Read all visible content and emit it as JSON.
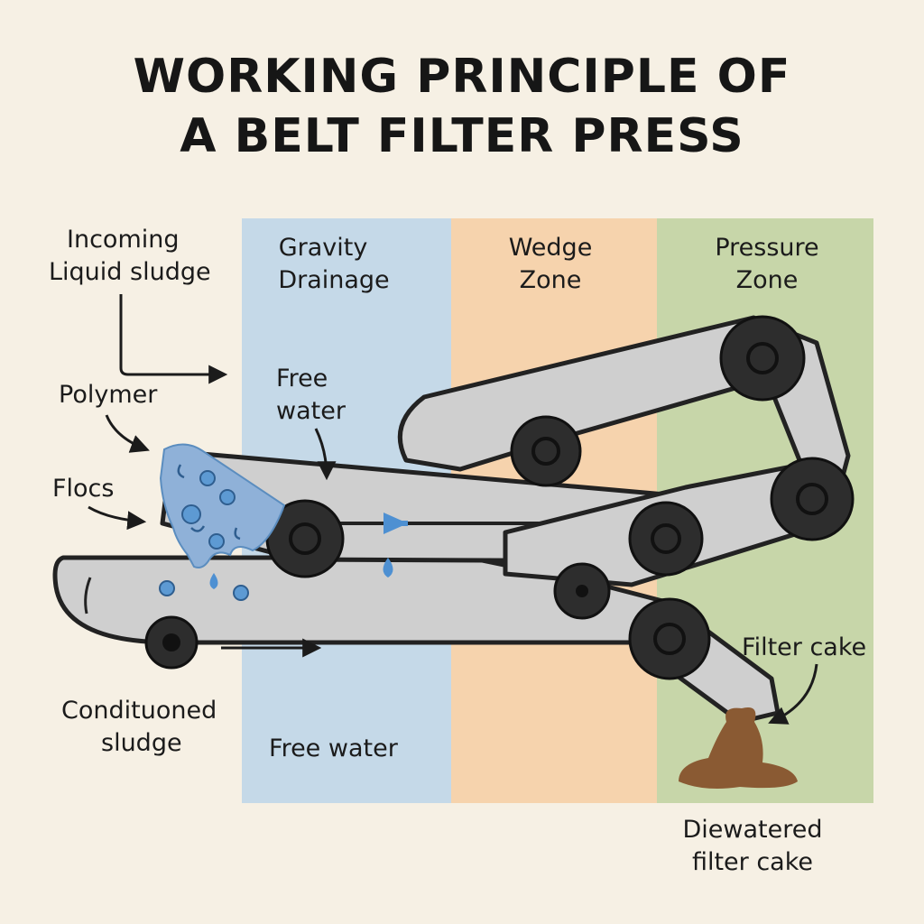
{
  "title": {
    "line1": "WORKING PRINCIPLE OF",
    "line2": "A BELT FILTER PRESS"
  },
  "zones": [
    {
      "line1": "Gravity",
      "line2": "Drainage",
      "color": "#c5d9e8"
    },
    {
      "line1": "Wedge",
      "line2": "Zone",
      "color": "#f6d3ad"
    },
    {
      "line1": "Pressure",
      "line2": "Zone",
      "color": "#c7d6a9"
    }
  ],
  "labels": {
    "incoming": {
      "line1": "Incoming",
      "line2": "Liquid sludge"
    },
    "polymer": "Polymer",
    "flocs": "Flocs",
    "free_water_top": {
      "line1": "Free",
      "line2": "water"
    },
    "conditioned": {
      "line1": "Condituoned",
      "line2": "sludge"
    },
    "free_water_bottom": "Free water",
    "filter_cake": "Filter cake",
    "dewatered": {
      "line1": "Diewatered",
      "line2": "filter cake"
    }
  },
  "colors": {
    "belt": "#cfcfcf",
    "roller": "#2d2d2d",
    "sludge": "#8fb1d8",
    "water_drop": "#4e90d2",
    "cake": "#8a5a33"
  }
}
